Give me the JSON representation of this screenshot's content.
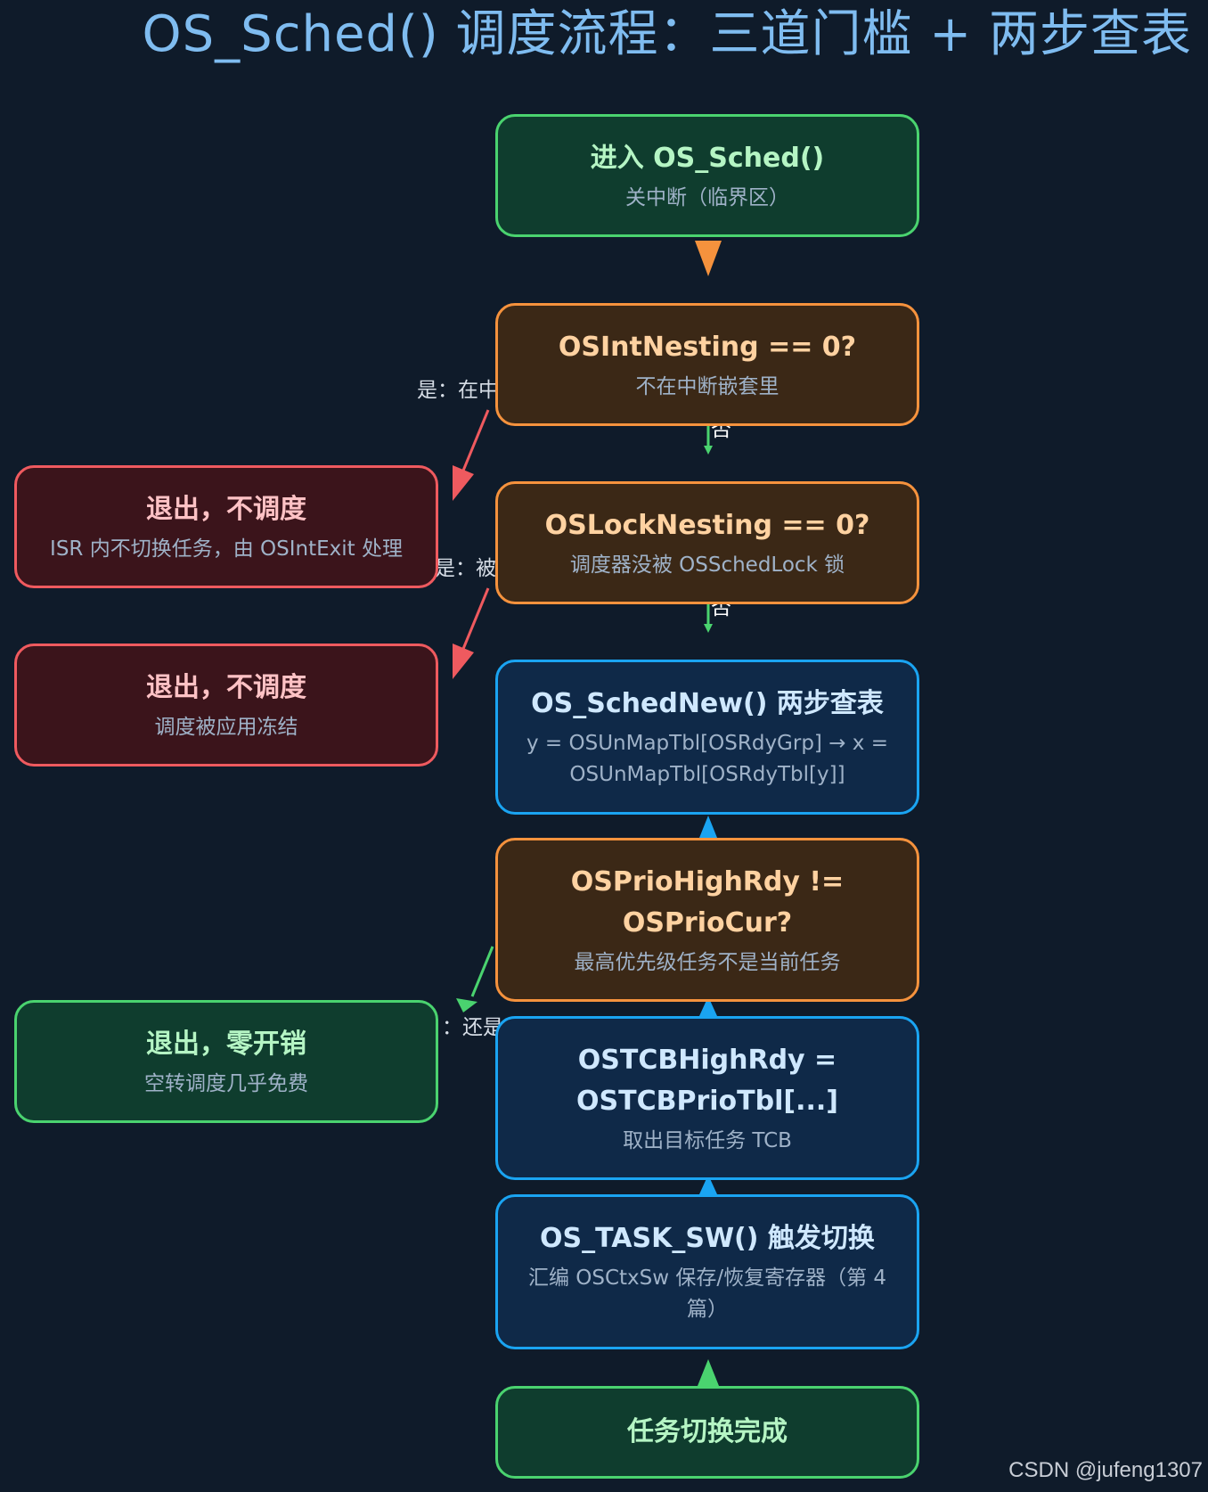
{
  "title": "OS_Sched() 调度流程：三道门槛 + 两步查表",
  "nodes": {
    "enter": {
      "title": "进入 OS_Sched()",
      "sub": "关中断（临界区）"
    },
    "int_nesting": {
      "title": "OSIntNesting == 0?",
      "sub": "不在中断嵌套里"
    },
    "lock_nesting": {
      "title": "OSLockNesting == 0?",
      "sub": "调度器没被 OSSchedLock 锁"
    },
    "exit_isr": {
      "title": "退出，不调度",
      "sub": "ISR 内不切换任务，由 OSIntExit 处理"
    },
    "exit_locked": {
      "title": "退出，不调度",
      "sub": "调度被应用冻结"
    },
    "sched_new": {
      "title": "OS_SchedNew() 两步查表",
      "sub": "y = OSUnMapTbl[OSRdyGrp] → x = OSUnMapTbl[OSRdyTbl[y]]"
    },
    "prio_check": {
      "title": "OSPrioHighRdy != OSPrioCur?",
      "sub": "最高优先级任务不是当前任务"
    },
    "exit_zero": {
      "title": "退出，零开销",
      "sub": "空转调度几乎免费"
    },
    "tcb_high": {
      "title": "OSTCBHighRdy = OSTCBPrioTbl[...]",
      "sub": "取出目标任务 TCB"
    },
    "task_sw": {
      "title": "OS_TASK_SW() 触发切换",
      "sub": "汇编 OSCtxSw 保存/恢复寄存器（第 4 篇）"
    },
    "done": {
      "title": "任务切换完成"
    }
  },
  "edge_labels": {
    "yes_in_isr": "是：在中",
    "no1": "否",
    "yes_locked": "是：被",
    "no2": "否",
    "yes_same": "：还是"
  },
  "watermark": "CSDN @jufeng1307",
  "colors": {
    "background": "#0f1b2a",
    "green": "#4ad36f",
    "orange": "#f5923d",
    "red": "#ef5a5f",
    "blue": "#1aa4f2"
  }
}
